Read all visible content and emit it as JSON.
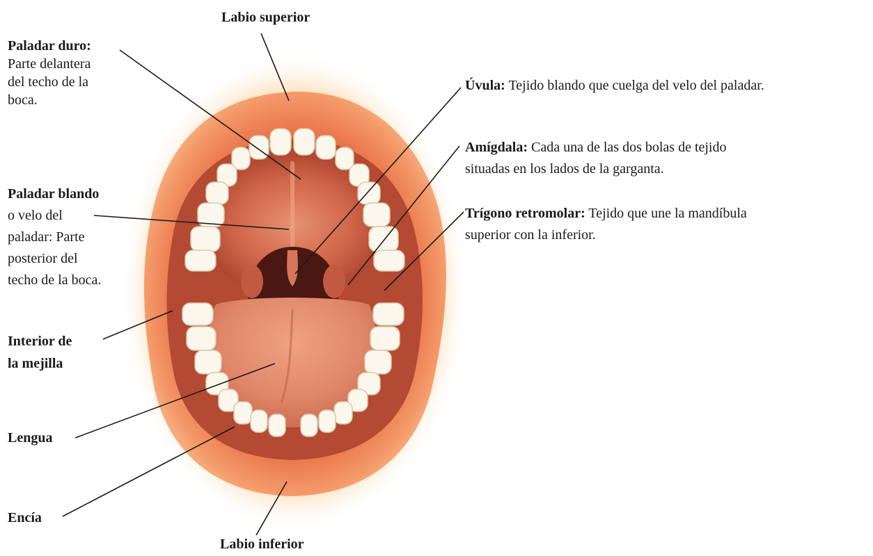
{
  "labels": {
    "labio_superior": {
      "title": "Labio superior"
    },
    "paladar_duro": {
      "title": "Paladar duro:",
      "desc_lines": [
        "Parte delantera",
        "del techo de la",
        "boca."
      ]
    },
    "paladar_blando": {
      "title": "Paladar blando",
      "desc_lines": [
        "o velo del",
        "paladar: Parte",
        "posterior del",
        "techo de la boca."
      ]
    },
    "interior_mejilla": {
      "title_lines": [
        "Interior de",
        "la mejilla"
      ]
    },
    "lengua": {
      "title": "Lengua"
    },
    "encia": {
      "title": "Encía"
    },
    "labio_inferior": {
      "title": "Labio inferior"
    },
    "uvula": {
      "title": "Úvula:",
      "desc": "Tejido blando que cuelga del velo del paladar."
    },
    "amigdala": {
      "title": "Amígdala:",
      "desc_lines": [
        "Cada una de las dos bolas de tejido",
        "situadas en los lados de la garganta."
      ]
    },
    "trigono": {
      "title": "Trígono retromolar:",
      "desc_lines": [
        "Tejido que une la mandíbula",
        "superior con la inferior."
      ]
    }
  },
  "colors": {
    "glow": "#fbd9a8",
    "lip": "#f08a5a",
    "lip_dark": "#d9603a",
    "palate": "#c8573f",
    "palate_light": "#e08464",
    "throat": "#4a1712",
    "tongue": "#e0876a",
    "tongue_dark": "#c9674e",
    "teeth": "#fbf7ec",
    "gum": "#e8856b",
    "leader": "#1a1a1a"
  }
}
